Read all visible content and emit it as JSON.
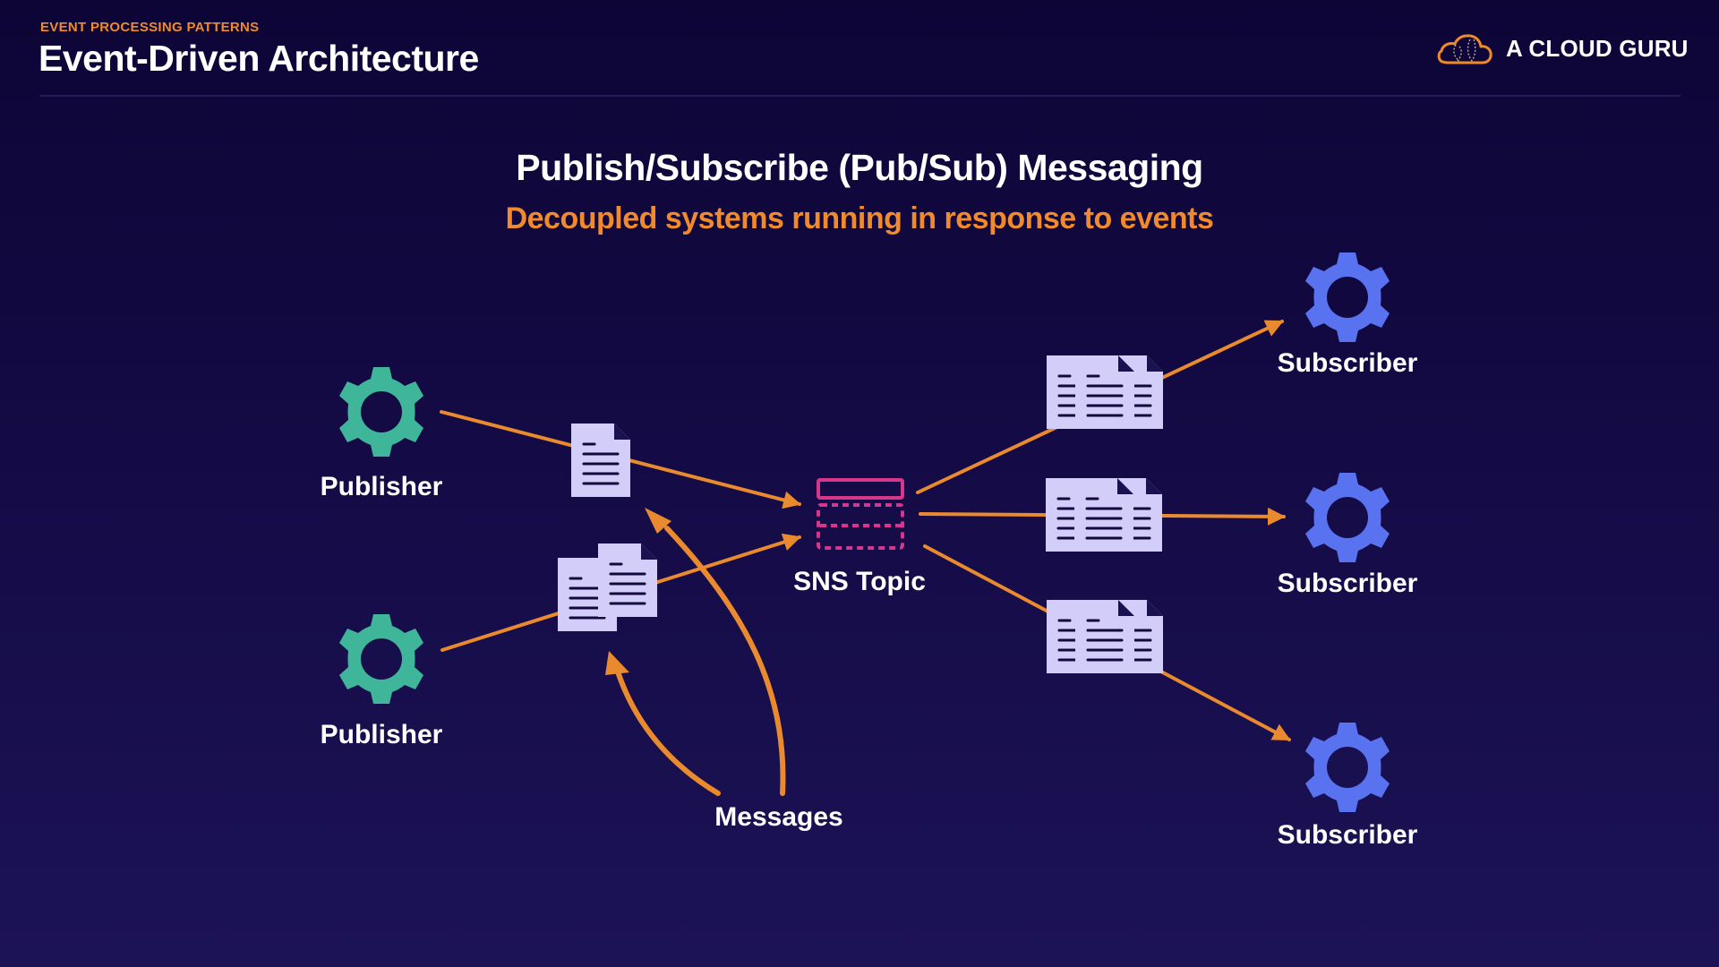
{
  "header": {
    "kicker": "EVENT PROCESSING PATTERNS",
    "title": "Event-Driven Architecture",
    "logo_text": "A CLOUD GURU",
    "logo_icon": "cloud-icon"
  },
  "slide": {
    "heading": "Publish/Subscribe (Pub/Sub) Messaging",
    "subheading": "Decoupled systems running in response to events"
  },
  "diagram": {
    "publishers": [
      {
        "label": "Publisher",
        "icon": "gear-icon"
      },
      {
        "label": "Publisher",
        "icon": "gear-icon"
      }
    ],
    "topic": {
      "label": "SNS Topic",
      "icon": "sns-topic-icon"
    },
    "subscribers": [
      {
        "label": "Subscriber",
        "icon": "gear-icon"
      },
      {
        "label": "Subscriber",
        "icon": "gear-icon"
      },
      {
        "label": "Subscriber",
        "icon": "gear-icon"
      }
    ],
    "messages_label": "Messages",
    "colors": {
      "publisher": "#3fb69a",
      "subscriber": "#5872f0",
      "arrow": "#ea8a2e",
      "topic": "#d6378a",
      "document": "#d3cdfa",
      "accent": "#f08a2c"
    }
  }
}
